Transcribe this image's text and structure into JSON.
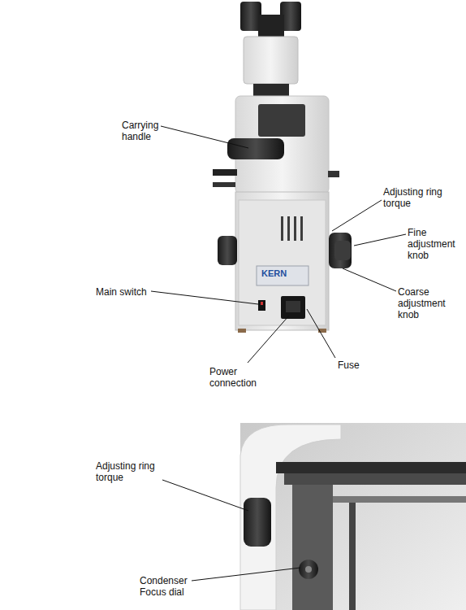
{
  "diagram": {
    "labels": [
      "Carrying handle",
      "Adjusting ring torque",
      "Fine adjustment knob",
      "Main switch",
      "Coarse adjustment knob",
      "KERN",
      "Power connection",
      "Fuse",
      "Adjusting ring torque",
      "Condenser Focus dial"
    ]
  }
}
